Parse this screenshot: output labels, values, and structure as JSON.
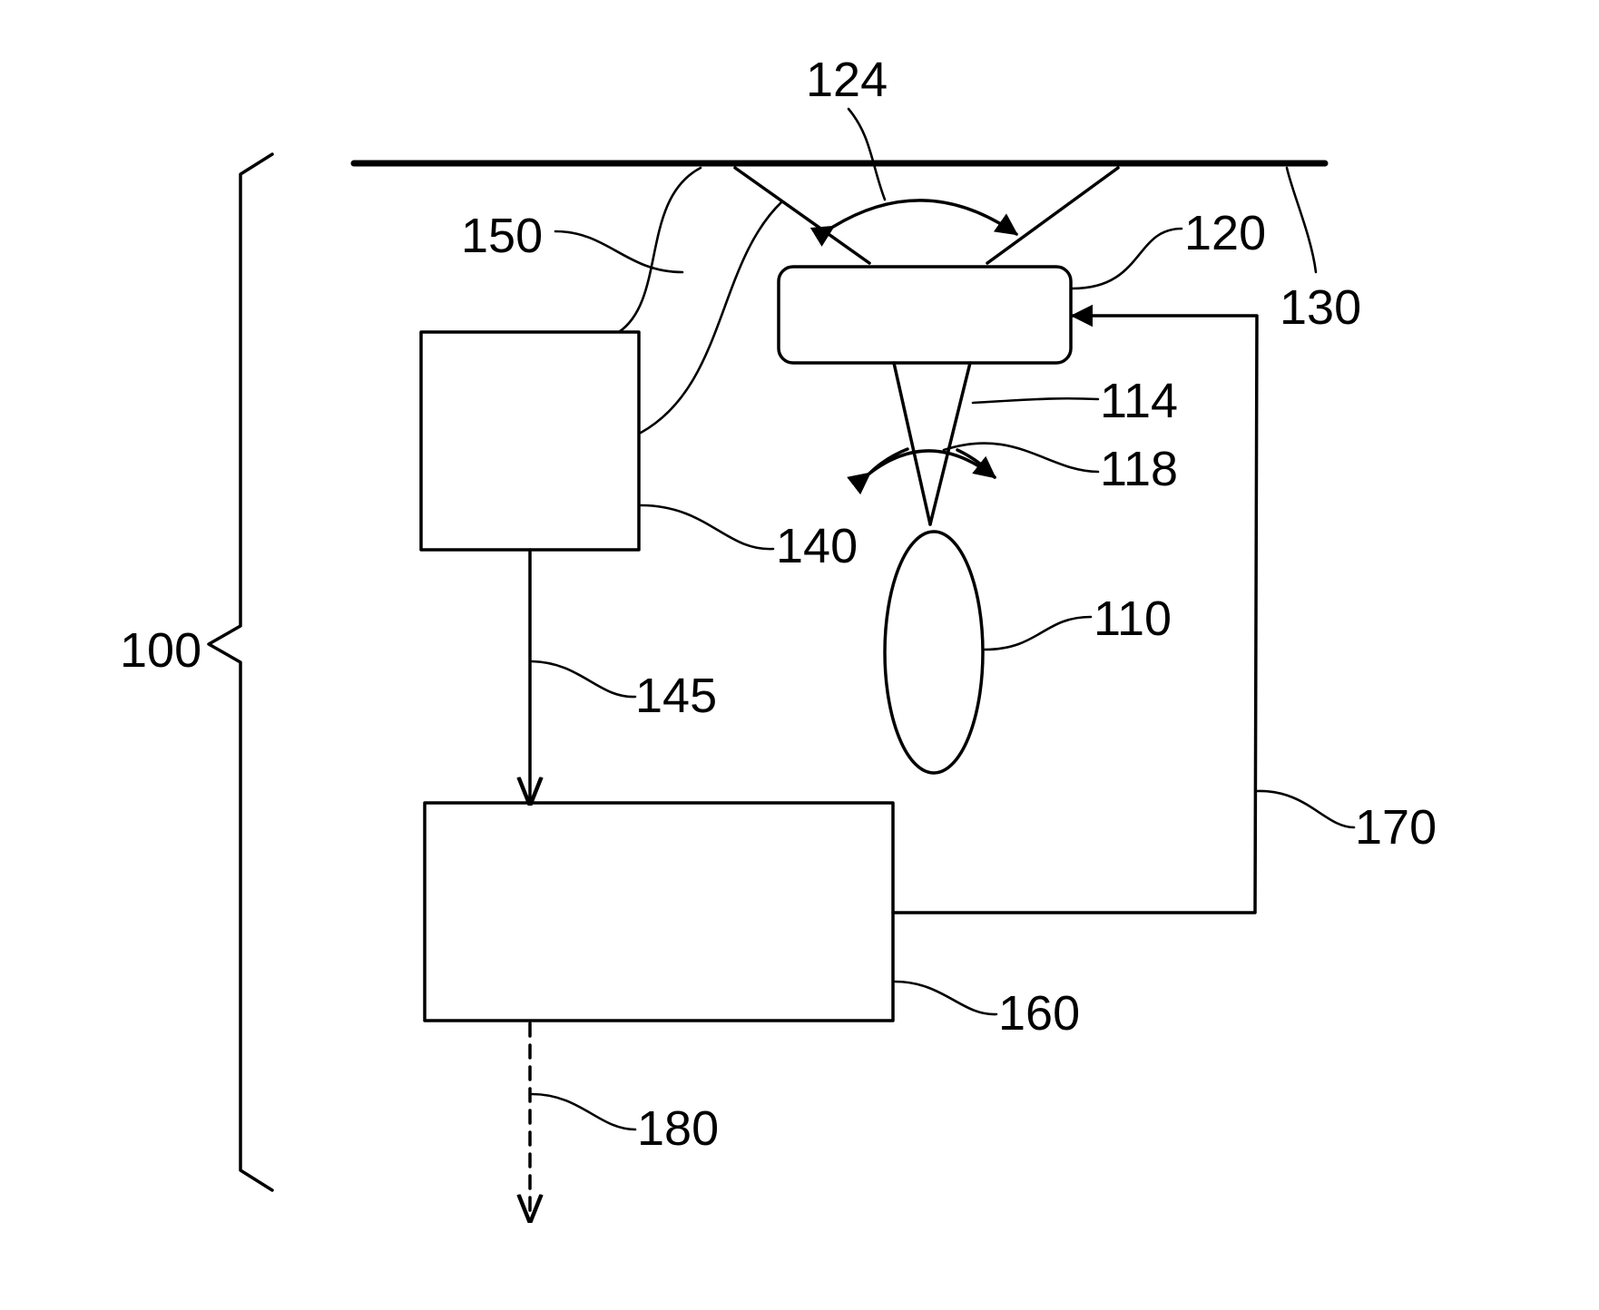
{
  "labels": {
    "system": "100",
    "eye": "110",
    "field_of_view": "114",
    "field_angle": "118",
    "camera": "120",
    "reflection_angle": "124",
    "reflective_surface": "130",
    "sensor_unit": "140",
    "sensor_output": "145",
    "sensor_field": "150",
    "processor": "160",
    "control_signal": "170",
    "output_signal": "180"
  }
}
